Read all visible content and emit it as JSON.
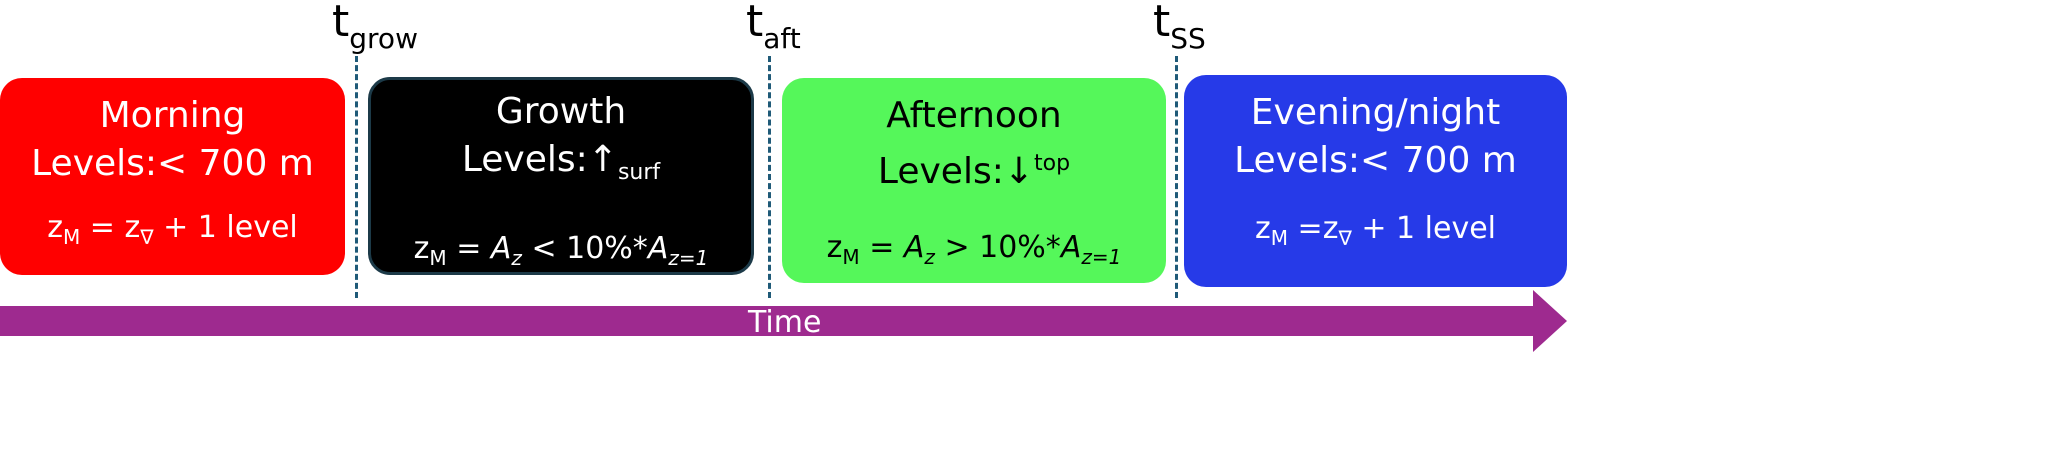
{
  "markers": [
    {
      "base": "t",
      "sub": "grow"
    },
    {
      "base": "t",
      "sub": "aft"
    },
    {
      "base": "t",
      "sub": "SS"
    }
  ],
  "phases": [
    {
      "title": "Morning",
      "levels": "Levels:< 700 m",
      "levels_sub": "",
      "levels_sup": "",
      "formula": {
        "lhs": "z",
        "lhs_sub": "M",
        "eq": " = ",
        "a": "z",
        "a_sub": "∇",
        "rest": " + 1 level",
        "a2": "",
        "a2_sub": ""
      },
      "color": "#ff0000"
    },
    {
      "title": "Growth",
      "levels": "Levels:↑",
      "levels_sub": "surf",
      "levels_sup": "",
      "formula": {
        "lhs": "z",
        "lhs_sub": "M",
        "eq": " =  ",
        "a": "A",
        "a_sub": "z",
        "rest": " < 10%*",
        "a2": "A",
        "a2_sub": "z=1"
      },
      "color": "#000000"
    },
    {
      "title": "Afternoon",
      "levels": "Levels:↓",
      "levels_sub": "",
      "levels_sup": "top",
      "formula": {
        "lhs": "z",
        "lhs_sub": "M",
        "eq": " =  ",
        "a": "A",
        "a_sub": "z",
        "rest": " > 10%*",
        "a2": "A",
        "a2_sub": "z=1"
      },
      "color": "#55f75a"
    },
    {
      "title": "Evening/night",
      "levels": "Levels:< 700 m",
      "levels_sub": "",
      "levels_sup": "",
      "formula": {
        "lhs": "z",
        "lhs_sub": "M",
        "eq": " =",
        "a": "z",
        "a_sub": "∇",
        "rest": " + 1 level",
        "a2": "",
        "a2_sub": ""
      },
      "color": "#263ae8"
    }
  ],
  "axis": {
    "label": "Time",
    "color": "#9e2a8f"
  }
}
